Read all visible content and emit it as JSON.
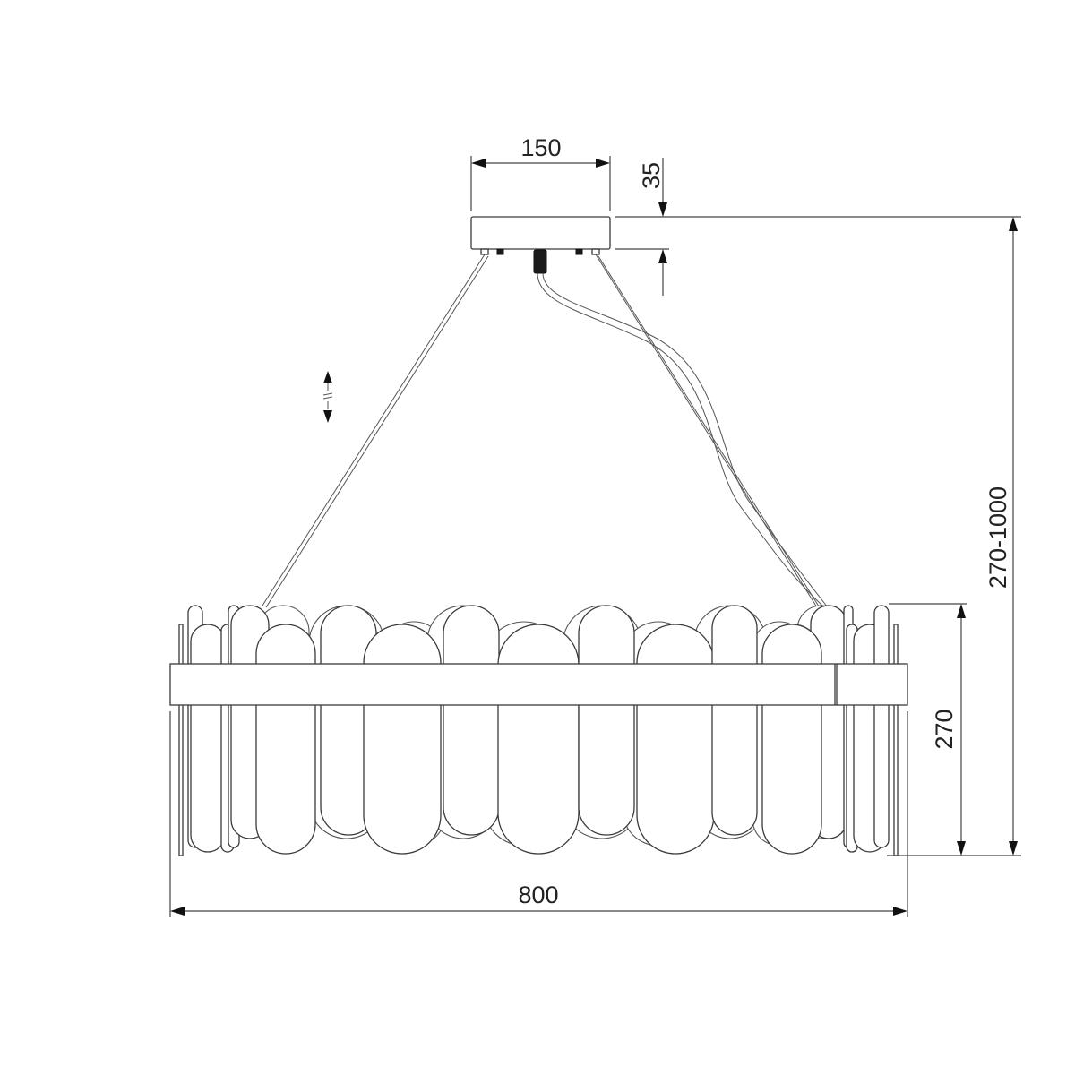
{
  "drawing": {
    "subject": "pendant chandelier technical dimension drawing",
    "line_color": "#3a3a3a",
    "background": "#ffffff"
  },
  "dimensions": {
    "canopy_width": "150",
    "canopy_height": "35",
    "total_height": "270-1000",
    "body_height": "270",
    "body_width": "800"
  },
  "symbols": {
    "adjustable_length": "adjustable-height-arrows-icon"
  }
}
